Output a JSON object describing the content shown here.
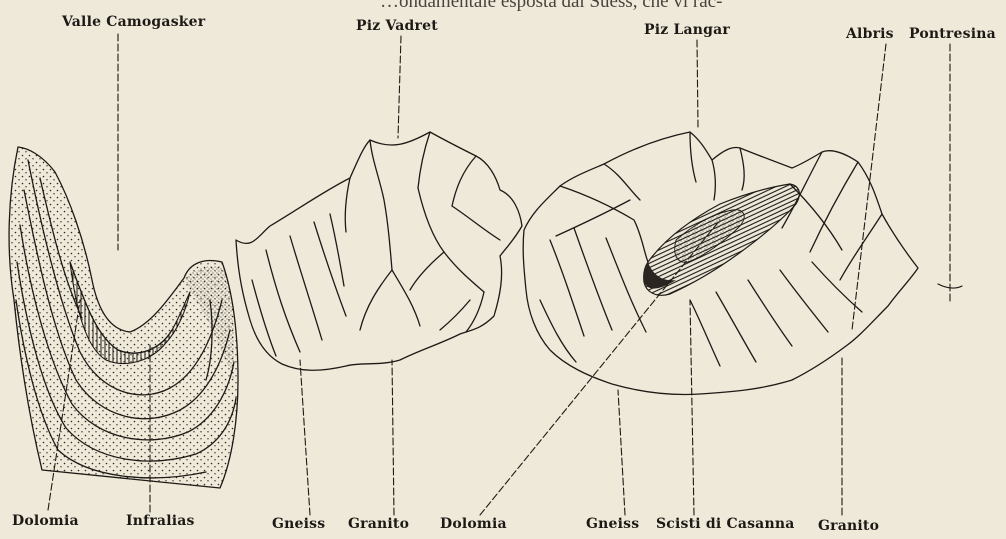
{
  "page": {
    "header_fragment": "…ondamentale esposta dal Suess, che vi rac-"
  },
  "diagram": {
    "top_labels": {
      "valle_camogasker": "Valle Camogasker",
      "piz_vadret": "Piz Vadret",
      "piz_langar": "Piz Langar",
      "albris": "Albris",
      "pontresina": "Pontresina"
    },
    "bottom_labels": {
      "dolomia_left": "Dolomia",
      "infralias": "Infralias",
      "gneiss_mid": "Gneiss",
      "granito_mid": "Granito",
      "dolomia_mid": "Dolomia",
      "gneiss_right": "Gneiss",
      "scisti_di_casanna": "Scisti di Casanna",
      "granito_right": "Granito"
    },
    "colors": {
      "paper": "#efe9da",
      "ink": "#1d1a16"
    }
  }
}
